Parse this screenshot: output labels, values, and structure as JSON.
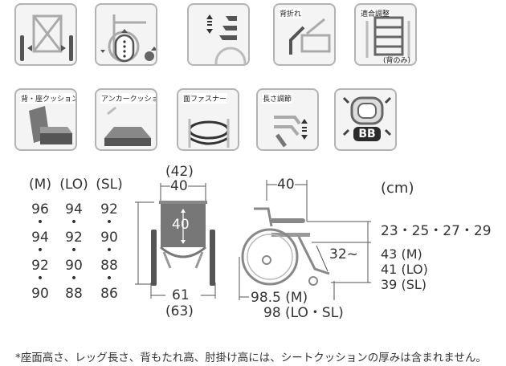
{
  "icons": [
    {
      "label": "",
      "icon": "folding-wheelchair-icon"
    },
    {
      "label": "",
      "icon": "height-adjust-wheel-icon"
    },
    {
      "label": "",
      "icon": "armrest-adjust-icon"
    },
    {
      "label": "背折れ",
      "icon": "back-fold-icon"
    },
    {
      "label": "適合調整",
      "sub": "(背のみ)",
      "icon": "fitting-adjust-icon"
    },
    {
      "label": "背・座クッション",
      "icon": "back-seat-cushion-icon"
    },
    {
      "label": "アンカークッション",
      "icon": "anchor-cushion-icon"
    },
    {
      "label": "面ファスナー",
      "icon": "hook-loop-fastener-icon"
    },
    {
      "label": "長さ調節",
      "icon": "length-adjust-icon"
    },
    {
      "label": "",
      "badge": "BB",
      "icon": "bb-seat-icon"
    }
  ],
  "unit": "(cm)",
  "columns": [
    {
      "header": "(M)",
      "values": [
        "96",
        "94",
        "92",
        "90"
      ]
    },
    {
      "header": "(LO)",
      "values": [
        "94",
        "92",
        "90",
        "88"
      ]
    },
    {
      "header": "(SL)",
      "values": [
        "92",
        "90",
        "88",
        "86"
      ]
    }
  ],
  "front_view": {
    "top_width_paren": "(42)",
    "top_width": "40",
    "back_height": "40",
    "bottom_width": "61",
    "bottom_width_paren": "(63)"
  },
  "side_view": {
    "top_width": "40",
    "armrest_heights": "23・25・27・29",
    "seat_height_m": "43 (M)",
    "seat_height_lo": "41 (LO)",
    "seat_height_sl": "39 (SL)",
    "leg_length": "32~",
    "length_m": "98.5 (M)",
    "length_lo_sl": "98  (LO・SL)"
  },
  "footnote": "*座面高さ、レッグ長さ、背もたれ高、肘掛け高には、シートクッションの厚みは含まれません。"
}
